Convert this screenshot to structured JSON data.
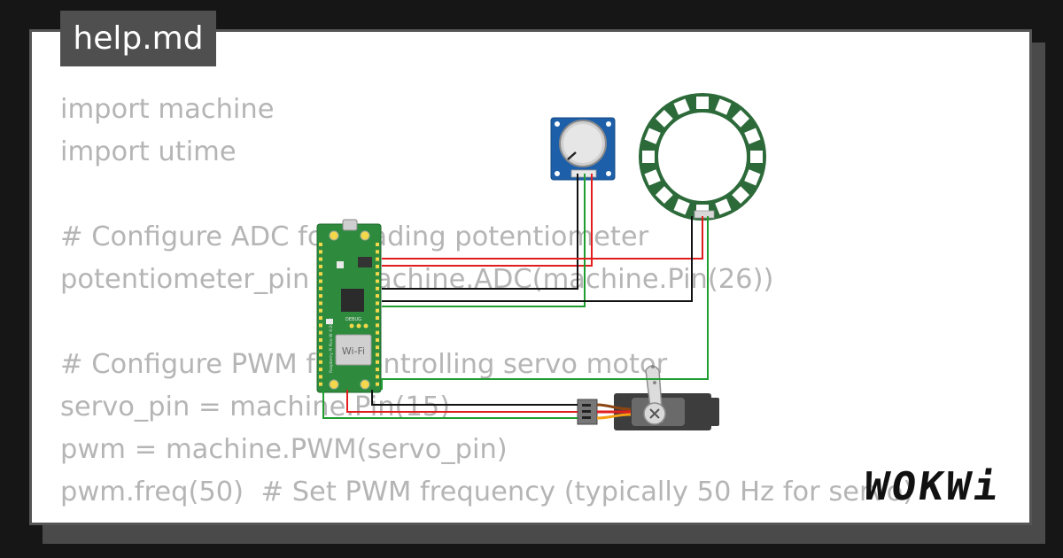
{
  "file_tab": {
    "label": "help.md"
  },
  "code_lines": [
    "import machine",
    "import utime",
    "",
    "# Configure ADC for reading potentiometer",
    "potentiometer_pin = machine.ADC(machine.Pin(26))",
    "",
    "# Configure PWM for controlling servo motor",
    "servo_pin = machine.Pin(15)",
    "pwm = machine.PWM(servo_pin)",
    "pwm.freq(50)  # Set PWM frequency (typically 50 Hz for servo)"
  ],
  "pico": {
    "chip_label": "Wi-Fi",
    "silk_text": "Raspberry Pi Pico W ©2022",
    "debug_label": "DEBUG"
  },
  "logo": {
    "text": "WOKWi"
  },
  "colors": {
    "board_green": "#2e8b3e",
    "wire_red": "#e11d1d",
    "wire_black": "#111111",
    "wire_green": "#1f9d2f",
    "pot_blue": "#1d5fa8",
    "ring_green": "#2d6a3a",
    "servo_gray": "#3d3d3d"
  }
}
